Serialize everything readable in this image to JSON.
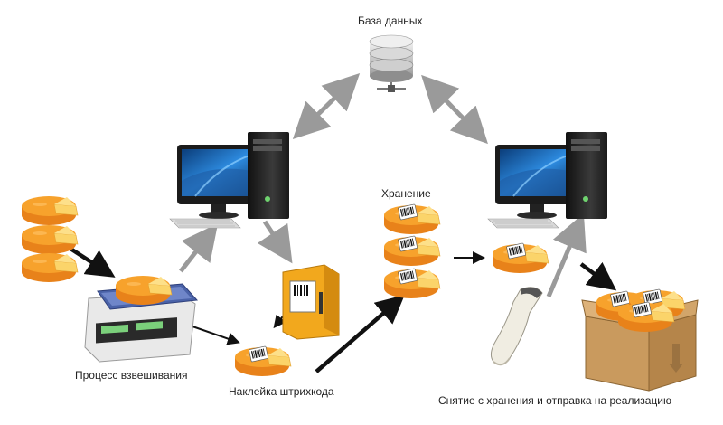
{
  "labels": {
    "database": "База данных",
    "weighing": "Процесс взвешивания",
    "barcode_label": "Наклейка штрихкода",
    "storage": "Хранение",
    "shipment": "Снятие с хранения и отправка на реализацию"
  },
  "colors": {
    "cheese_top": "#f7a22c",
    "cheese_side": "#e8821a",
    "cheese_face": "#fbd46a",
    "gray_arrow": "#9a9a9a",
    "black_arrow": "#111111",
    "monitor_frame": "#1b1b1b",
    "monitor_screen": "#1d6fb8",
    "box": "#d9b078"
  },
  "icons": [
    "database-icon",
    "computer-icon",
    "cheese-stack-icon",
    "scale-icon",
    "barcode-printer-icon",
    "barcode-cheese-icon",
    "barcode-scanner-icon",
    "cardboard-box-icon"
  ]
}
